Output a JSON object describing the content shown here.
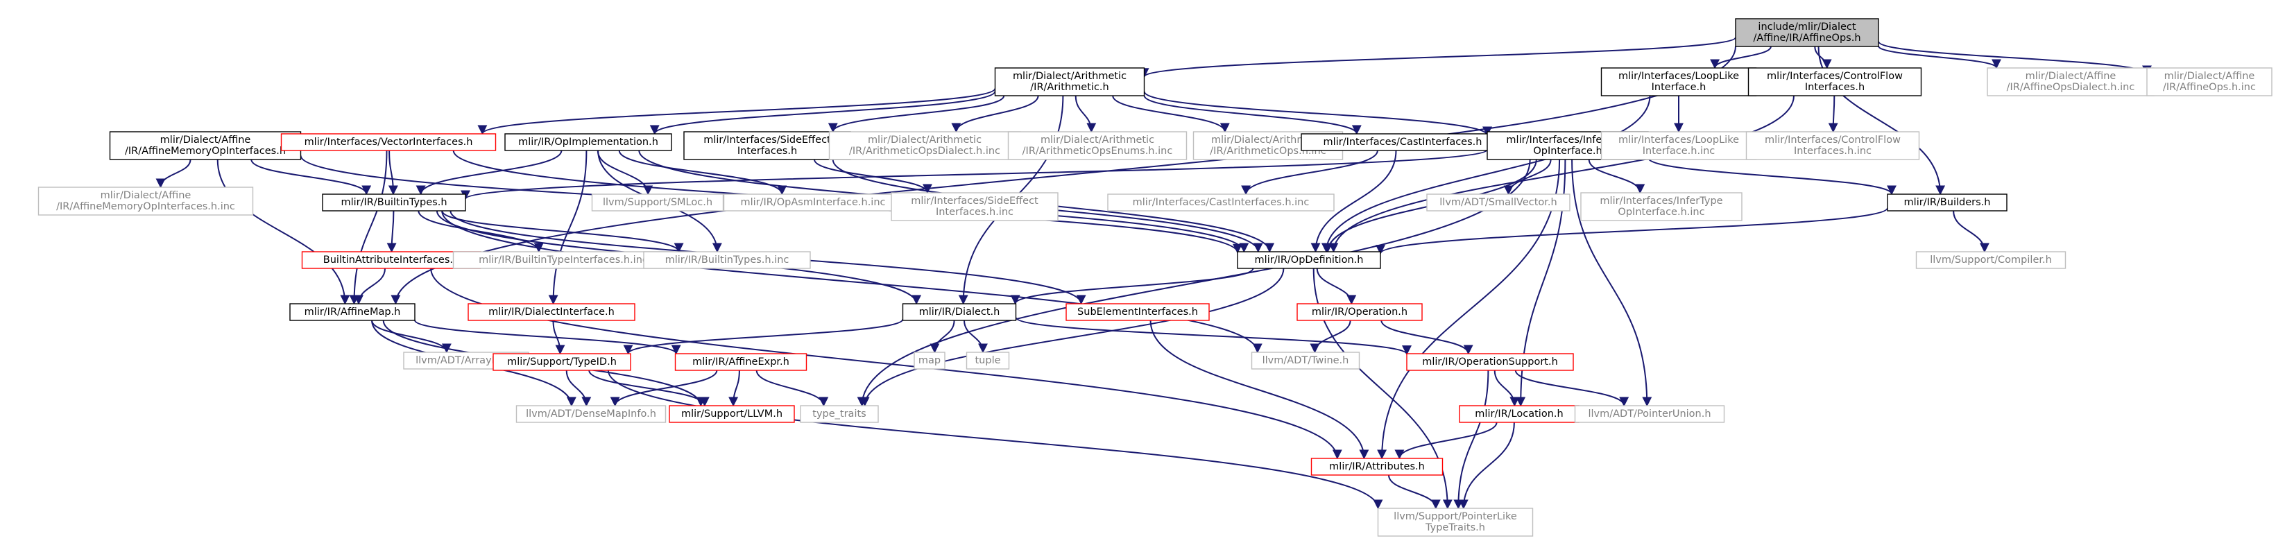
{
  "colors": {
    "edge": "#191970",
    "box_default": "#000000",
    "box_red": "#ff0000",
    "box_gray": "#bfbfbf",
    "box_root_fill": "#bfbfbf",
    "text_default": "#000000",
    "text_gray": "#808080"
  },
  "nodes": [
    {
      "id": "root",
      "lines": [
        "include/mlir/Dialect",
        "/Affine/IR/AffineOps.h"
      ],
      "style": "root"
    },
    {
      "id": "arith",
      "lines": [
        "mlir/Dialect/Arithmetic",
        "/IR/Arithmetic.h"
      ],
      "style": "default"
    },
    {
      "id": "looplike",
      "lines": [
        "mlir/Interfaces/LoopLike",
        "Interface.h"
      ],
      "style": "default"
    },
    {
      "id": "controlflow",
      "lines": [
        "mlir/Interfaces/ControlFlow",
        "Interfaces.h"
      ],
      "style": "default"
    },
    {
      "id": "affopsdialectinc",
      "lines": [
        "mlir/Dialect/Affine",
        "/IR/AffineOpsDialect.h.inc"
      ],
      "style": "gray"
    },
    {
      "id": "affopshinc",
      "lines": [
        "mlir/Dialect/Affine",
        "/IR/AffineOps.h.inc"
      ],
      "style": "gray"
    },
    {
      "id": "affmemop",
      "lines": [
        "mlir/Dialect/Affine",
        "/IR/AffineMemoryOpInterfaces.h"
      ],
      "style": "default"
    },
    {
      "id": "vectorif",
      "lines": [
        "mlir/Interfaces/VectorInterfaces.h"
      ],
      "style": "red"
    },
    {
      "id": "opimpl",
      "lines": [
        "mlir/IR/OpImplementation.h"
      ],
      "style": "default"
    },
    {
      "id": "sideeffect",
      "lines": [
        "mlir/Interfaces/SideEffect",
        "Interfaces.h"
      ],
      "style": "default"
    },
    {
      "id": "arithdialectinc",
      "lines": [
        "mlir/Dialect/Arithmetic",
        "/IR/ArithmeticOpsDialect.h.inc"
      ],
      "style": "gray"
    },
    {
      "id": "arithenumsinc",
      "lines": [
        "mlir/Dialect/Arithmetic",
        "/IR/ArithmeticOpsEnums.h.inc"
      ],
      "style": "gray"
    },
    {
      "id": "arithopsinc",
      "lines": [
        "mlir/Dialect/Arithmetic",
        "/IR/ArithmeticOps.h.inc"
      ],
      "style": "gray"
    },
    {
      "id": "castif",
      "lines": [
        "mlir/Interfaces/CastInterfaces.h"
      ],
      "style": "default"
    },
    {
      "id": "infertype",
      "lines": [
        "mlir/Interfaces/InferType",
        "OpInterface.h"
      ],
      "style": "default"
    },
    {
      "id": "looplikeinc",
      "lines": [
        "mlir/Interfaces/LoopLike",
        "Interface.h.inc"
      ],
      "style": "gray"
    },
    {
      "id": "controlflowinc",
      "lines": [
        "mlir/Interfaces/ControlFlow",
        "Interfaces.h.inc"
      ],
      "style": "gray"
    },
    {
      "id": "affmemopinc",
      "lines": [
        "mlir/Dialect/Affine",
        "/IR/AffineMemoryOpInterfaces.h.inc"
      ],
      "style": "gray"
    },
    {
      "id": "builtintypes",
      "lines": [
        "mlir/IR/BuiltinTypes.h"
      ],
      "style": "default"
    },
    {
      "id": "smloc",
      "lines": [
        "llvm/Support/SMLoc.h"
      ],
      "style": "gray"
    },
    {
      "id": "opasminc",
      "lines": [
        "mlir/IR/OpAsmInterface.h.inc"
      ],
      "style": "gray"
    },
    {
      "id": "sideeffectinc",
      "lines": [
        "mlir/Interfaces/SideEffect",
        "Interfaces.h.inc"
      ],
      "style": "gray"
    },
    {
      "id": "castifinc",
      "lines": [
        "mlir/Interfaces/CastInterfaces.h.inc"
      ],
      "style": "gray"
    },
    {
      "id": "smallvector",
      "lines": [
        "llvm/ADT/SmallVector.h"
      ],
      "style": "gray"
    },
    {
      "id": "infertypeinc",
      "lines": [
        "mlir/Interfaces/InferType",
        "OpInterface.h.inc"
      ],
      "style": "gray"
    },
    {
      "id": "builders",
      "lines": [
        "mlir/IR/Builders.h"
      ],
      "style": "default"
    },
    {
      "id": "builtinattrif",
      "lines": [
        "BuiltinAttributeInterfaces.h"
      ],
      "style": "red"
    },
    {
      "id": "builtintypeifinc",
      "lines": [
        "mlir/IR/BuiltinTypeInterfaces.h.inc"
      ],
      "style": "gray"
    },
    {
      "id": "builtintypesinc",
      "lines": [
        "mlir/IR/BuiltinTypes.h.inc"
      ],
      "style": "gray"
    },
    {
      "id": "opdef",
      "lines": [
        "mlir/IR/OpDefinition.h"
      ],
      "style": "default"
    },
    {
      "id": "compiler",
      "lines": [
        "llvm/Support/Compiler.h"
      ],
      "style": "gray"
    },
    {
      "id": "affinemap",
      "lines": [
        "mlir/IR/AffineMap.h"
      ],
      "style": "default"
    },
    {
      "id": "dialectif",
      "lines": [
        "mlir/IR/DialectInterface.h"
      ],
      "style": "red"
    },
    {
      "id": "dialect",
      "lines": [
        "mlir/IR/Dialect.h"
      ],
      "style": "default"
    },
    {
      "id": "subelemif",
      "lines": [
        "SubElementInterfaces.h"
      ],
      "style": "red"
    },
    {
      "id": "operation",
      "lines": [
        "mlir/IR/Operation.h"
      ],
      "style": "red"
    },
    {
      "id": "arrayref",
      "lines": [
        "llvm/ADT/ArrayRef.h"
      ],
      "style": "gray"
    },
    {
      "id": "typeid",
      "lines": [
        "mlir/Support/TypeID.h"
      ],
      "style": "red"
    },
    {
      "id": "affineexpr",
      "lines": [
        "mlir/IR/AffineExpr.h"
      ],
      "style": "red"
    },
    {
      "id": "map",
      "lines": [
        "map"
      ],
      "style": "gray"
    },
    {
      "id": "tuple",
      "lines": [
        "tuple"
      ],
      "style": "gray"
    },
    {
      "id": "twine",
      "lines": [
        "llvm/ADT/Twine.h"
      ],
      "style": "gray"
    },
    {
      "id": "opsupport",
      "lines": [
        "mlir/IR/OperationSupport.h"
      ],
      "style": "red"
    },
    {
      "id": "densemapinfo",
      "lines": [
        "llvm/ADT/DenseMapInfo.h"
      ],
      "style": "gray"
    },
    {
      "id": "llvmh",
      "lines": [
        "mlir/Support/LLVM.h"
      ],
      "style": "red"
    },
    {
      "id": "typetraits",
      "lines": [
        "type_traits"
      ],
      "style": "gray"
    },
    {
      "id": "location",
      "lines": [
        "mlir/IR/Location.h"
      ],
      "style": "red"
    },
    {
      "id": "pointerunion",
      "lines": [
        "llvm/ADT/PointerUnion.h"
      ],
      "style": "gray"
    },
    {
      "id": "attributes",
      "lines": [
        "mlir/IR/Attributes.h"
      ],
      "style": "red"
    },
    {
      "id": "pointerliketypetraits",
      "lines": [
        "llvm/Support/PointerLike",
        "TypeTraits.h"
      ],
      "style": "gray"
    }
  ],
  "edges": [
    [
      "root",
      "arith"
    ],
    [
      "root",
      "looplike"
    ],
    [
      "root",
      "controlflow"
    ],
    [
      "root",
      "affopsdialectinc"
    ],
    [
      "root",
      "affopshinc"
    ],
    [
      "root",
      "affinemap"
    ],
    [
      "root",
      "builders"
    ],
    [
      "arith",
      "vectorif"
    ],
    [
      "arith",
      "opimpl"
    ],
    [
      "arith",
      "sideeffect"
    ],
    [
      "arith",
      "arithdialectinc"
    ],
    [
      "arith",
      "arithenumsinc"
    ],
    [
      "arith",
      "arithopsinc"
    ],
    [
      "arith",
      "castif"
    ],
    [
      "arith",
      "infertype"
    ],
    [
      "arith",
      "dialect"
    ],
    [
      "looplike",
      "looplikeinc"
    ],
    [
      "looplike",
      "opdef"
    ],
    [
      "controlflow",
      "controlflowinc"
    ],
    [
      "controlflow",
      "opdef"
    ],
    [
      "affmemop",
      "affmemopinc"
    ],
    [
      "affmemop",
      "builtintypes"
    ],
    [
      "affmemop",
      "affinemap"
    ],
    [
      "affmemop",
      "opdef"
    ],
    [
      "vectorif",
      "builtintypes"
    ],
    [
      "vectorif",
      "affinemap"
    ],
    [
      "vectorif",
      "opdef"
    ],
    [
      "opimpl",
      "builtintypes"
    ],
    [
      "opimpl",
      "smloc"
    ],
    [
      "opimpl",
      "opasminc"
    ],
    [
      "opimpl",
      "opdef"
    ],
    [
      "opimpl",
      "dialectif"
    ],
    [
      "opimpl",
      "builtintypesinc"
    ],
    [
      "sideeffect",
      "sideeffectinc"
    ],
    [
      "sideeffect",
      "opdef"
    ],
    [
      "castif",
      "castifinc"
    ],
    [
      "castif",
      "opdef"
    ],
    [
      "infertype",
      "builtintypes"
    ],
    [
      "infertype",
      "smallvector"
    ],
    [
      "infertype",
      "infertypeinc"
    ],
    [
      "infertype",
      "builders"
    ],
    [
      "infertype",
      "opdef"
    ],
    [
      "infertype",
      "location"
    ],
    [
      "infertype",
      "attributes"
    ],
    [
      "infertype",
      "pointerunion"
    ],
    [
      "infertype",
      "typetraits"
    ],
    [
      "builtintypes",
      "builtinattrif"
    ],
    [
      "builtintypes",
      "builtintypeifinc"
    ],
    [
      "builtintypes",
      "builtintypesinc"
    ],
    [
      "builtintypes",
      "subelemif"
    ],
    [
      "builtintypes",
      "twine"
    ],
    [
      "builtintypes",
      "dialect"
    ],
    [
      "builders",
      "opdef"
    ],
    [
      "builders",
      "compiler"
    ],
    [
      "builtinattrif",
      "affinemap"
    ],
    [
      "builtinattrif",
      "attributes"
    ],
    [
      "opdef",
      "dialect"
    ],
    [
      "opdef",
      "operation"
    ],
    [
      "opdef",
      "typetraits"
    ],
    [
      "opdef",
      "pointerliketypetraits"
    ],
    [
      "affinemap",
      "arrayref"
    ],
    [
      "affinemap",
      "affineexpr"
    ],
    [
      "affinemap",
      "densemapinfo"
    ],
    [
      "affinemap",
      "llvmh"
    ],
    [
      "dialectif",
      "typeid"
    ],
    [
      "dialect",
      "typeid"
    ],
    [
      "dialect",
      "map"
    ],
    [
      "dialect",
      "tuple"
    ],
    [
      "dialect",
      "opsupport"
    ],
    [
      "subelemif",
      "attributes"
    ],
    [
      "operation",
      "twine"
    ],
    [
      "operation",
      "opsupport"
    ],
    [
      "typeid",
      "densemapinfo"
    ],
    [
      "typeid",
      "llvmh"
    ],
    [
      "typeid",
      "pointerliketypetraits"
    ],
    [
      "affineexpr",
      "llvmh"
    ],
    [
      "affineexpr",
      "typetraits"
    ],
    [
      "affineexpr",
      "densemapinfo"
    ],
    [
      "opsupport",
      "location"
    ],
    [
      "opsupport",
      "pointerunion"
    ],
    [
      "opsupport",
      "pointerliketypetraits"
    ],
    [
      "location",
      "attributes"
    ],
    [
      "location",
      "pointerliketypetraits"
    ],
    [
      "attributes",
      "pointerliketypetraits"
    ]
  ]
}
